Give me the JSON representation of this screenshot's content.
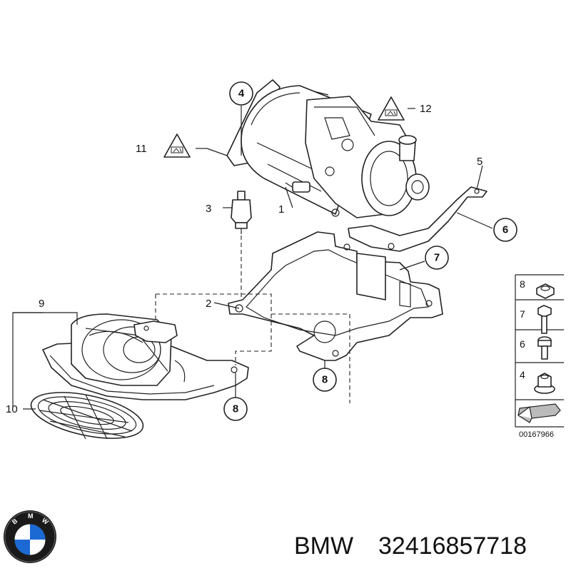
{
  "diagram": {
    "callouts": {
      "c1": "1",
      "c2": "2",
      "c3": "3",
      "c4": "4",
      "c5": "5",
      "c6": "6",
      "c7": "7",
      "c8a": "8",
      "c8b": "8",
      "c9": "9",
      "c10": "10",
      "c11": "11",
      "c12": "12"
    },
    "legend": {
      "items": [
        "8",
        "7",
        "6",
        "4"
      ],
      "code": "00167966"
    }
  },
  "footer": {
    "brand": "BMW",
    "part_number": "32416857718"
  },
  "colors": {
    "line": "#222222",
    "background": "#ffffff",
    "logo_blue": "#1c69d4",
    "logo_ring": "#000000"
  },
  "icons": [
    "warning-triangle-icon",
    "bmw-logo-icon"
  ]
}
